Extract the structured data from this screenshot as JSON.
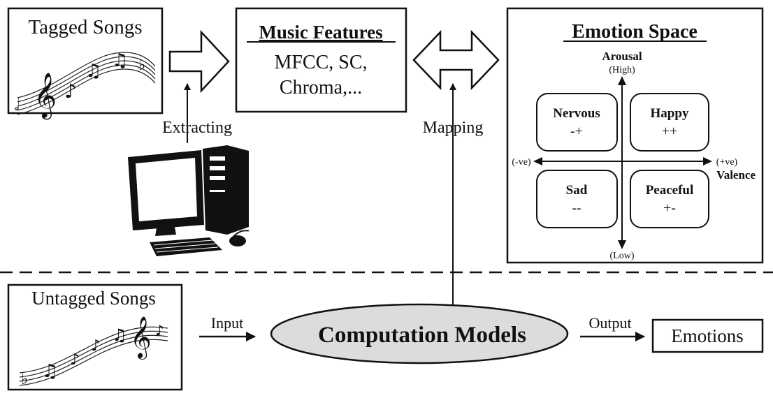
{
  "tagged_songs": {
    "title": "Tagged Songs"
  },
  "untagged_songs": {
    "title": "Untagged Songs"
  },
  "music_features": {
    "title": "Music Features",
    "line1": "MFCC, SC,",
    "line2": "Chroma,..."
  },
  "labels": {
    "extracting": "Extracting",
    "mapping": "Mapping",
    "input": "Input",
    "output": "Output"
  },
  "computation_models": {
    "title": "Computation Models"
  },
  "emotions": {
    "label": "Emotions"
  },
  "emotion_space": {
    "title": "Emotion Space",
    "arousal": "Arousal",
    "high": "(High)",
    "low": "(Low)",
    "neg_ve": "(-ve)",
    "pos_ve": "(+ve)",
    "valence": "Valence",
    "quadrants": {
      "nervous": {
        "name": "Nervous",
        "sign": "-+"
      },
      "happy": {
        "name": "Happy",
        "sign": "++"
      },
      "sad": {
        "name": "Sad",
        "sign": "--"
      },
      "peaceful": {
        "name": "Peaceful",
        "sign": "+-"
      }
    }
  },
  "icons": {
    "computer": "computer-icon",
    "music_staff": "music-staff-icon"
  },
  "colors": {
    "ellipse_fill": "#dcdcdc",
    "stroke": "#111111"
  }
}
